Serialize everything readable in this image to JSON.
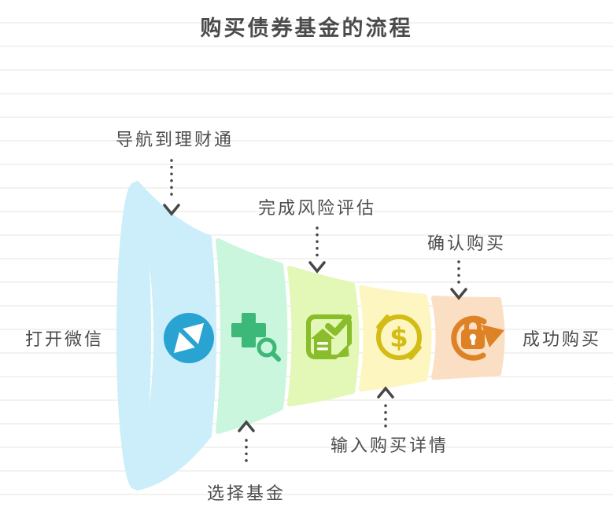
{
  "title": "购买债券基金的流程",
  "endpoints": {
    "start_label": "打开微信",
    "end_label": "成功购买"
  },
  "stages": [
    {
      "label": "导航到理财通",
      "icon": "compass-icon",
      "segment_color": "#cbeefa",
      "icon_color": "#29a4d2"
    },
    {
      "label": "选择基金",
      "icon": "add-search-icon",
      "segment_color": "#c9f6dc",
      "icon_color": "#3cb878"
    },
    {
      "label": "完成风险评估",
      "icon": "document-check-icon",
      "segment_color": "#e3f7b6",
      "icon_color": "#8abd2a"
    },
    {
      "label": "输入购买详情",
      "icon": "dollar-circle-icon",
      "segment_color": "#fdf6c1",
      "icon_color": "#d4bc17"
    },
    {
      "label": "确认购买",
      "icon": "lock-refresh-icon",
      "segment_color": "#fbdfc5",
      "icon_color": "#dd8326"
    }
  ],
  "dollar_glyph": "$",
  "style": {
    "arrow_color": "#474747",
    "text_color": "#4d4d4d",
    "ruled_line_color": "#f2f2ef"
  }
}
